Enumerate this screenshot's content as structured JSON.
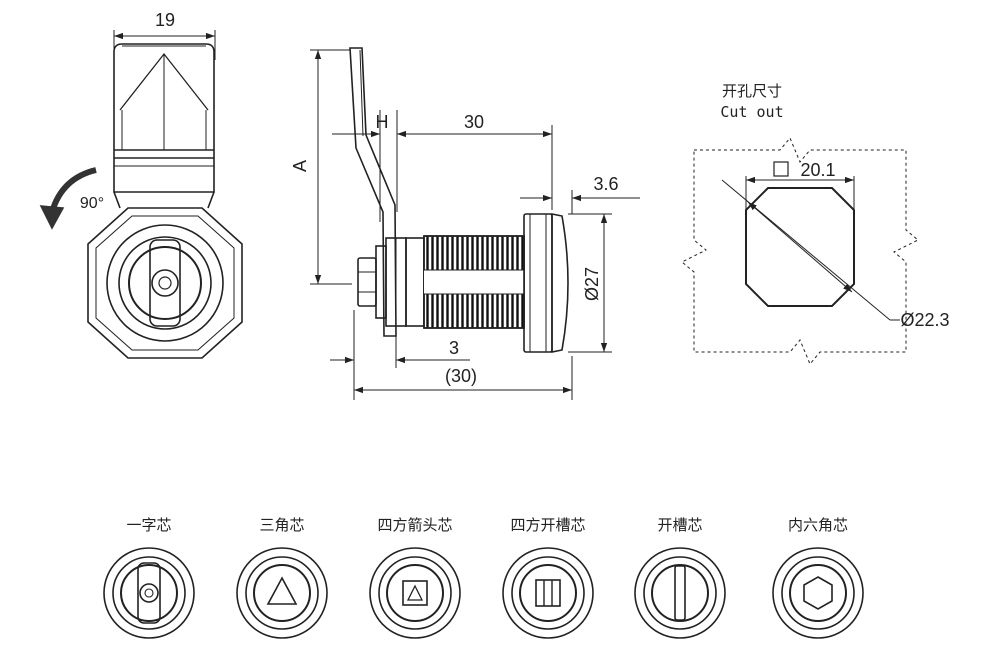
{
  "front_view": {
    "width_dim": "19",
    "rotation": "90°"
  },
  "side_view": {
    "dim_a": "A",
    "dim_h": "H",
    "dim_length": "30",
    "dim_flange": "3.6",
    "dim_dia": "Ø27",
    "dim_thread": "3",
    "dim_overall": "(30)"
  },
  "cutout": {
    "title_cn": "开孔尺寸",
    "title_en": "Cut out",
    "dim_flat": "20.1",
    "dim_dia": "Ø22.3"
  },
  "cores": [
    {
      "label": "一字芯",
      "icon": "single-line-core-icon"
    },
    {
      "label": "三角芯",
      "icon": "triangle-core-icon"
    },
    {
      "label": "四方箭头芯",
      "icon": "square-arrow-core-icon"
    },
    {
      "label": "四方开槽芯",
      "icon": "square-slot-core-icon"
    },
    {
      "label": "开槽芯",
      "icon": "slot-core-icon"
    },
    {
      "label": "内六角芯",
      "icon": "hex-socket-core-icon"
    }
  ]
}
